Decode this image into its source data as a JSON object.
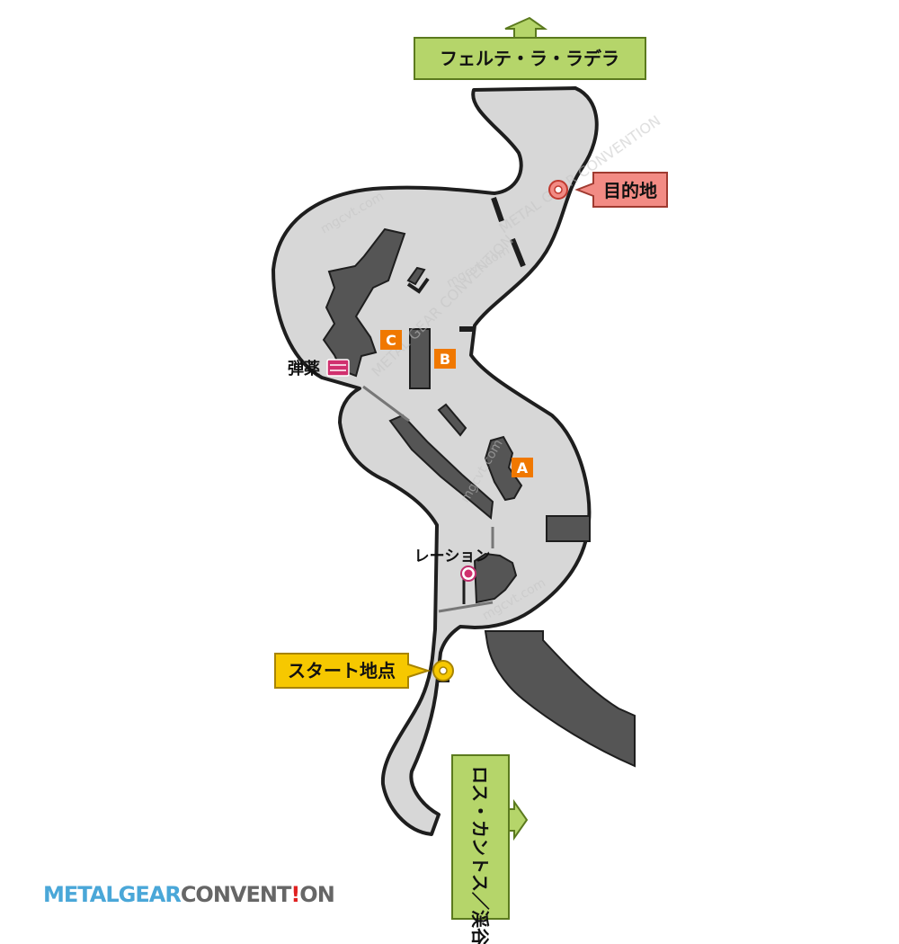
{
  "exits": {
    "north": "フェルテ・ラ・ラデラ",
    "south": "ロス・カントス／渓谷"
  },
  "markers": {
    "goal": "目的地",
    "start": "スタート地点",
    "ammo": "弾薬",
    "ration": "レーション"
  },
  "points": {
    "a": "A",
    "b": "B",
    "c": "C"
  },
  "watermark": "mgcvt.com",
  "watermark_big": "METAL GEAR CONVENTION",
  "logo": {
    "part1": "METALGEAR",
    "part2": "CONVENT",
    "part3": "!",
    "part4": "ON"
  },
  "colors": {
    "floor": "#d7d7d7",
    "outline": "#1e1e1e",
    "obstacle": "#555555",
    "exit_box": "#b5d56a",
    "goal_box": "#f28b84",
    "start_box": "#f6c800",
    "marker_orange": "#f07800",
    "ammo_pink": "#d0306e",
    "logo_blue": "#4aa7d8",
    "logo_gray": "#666666",
    "logo_red": "#e02020"
  }
}
